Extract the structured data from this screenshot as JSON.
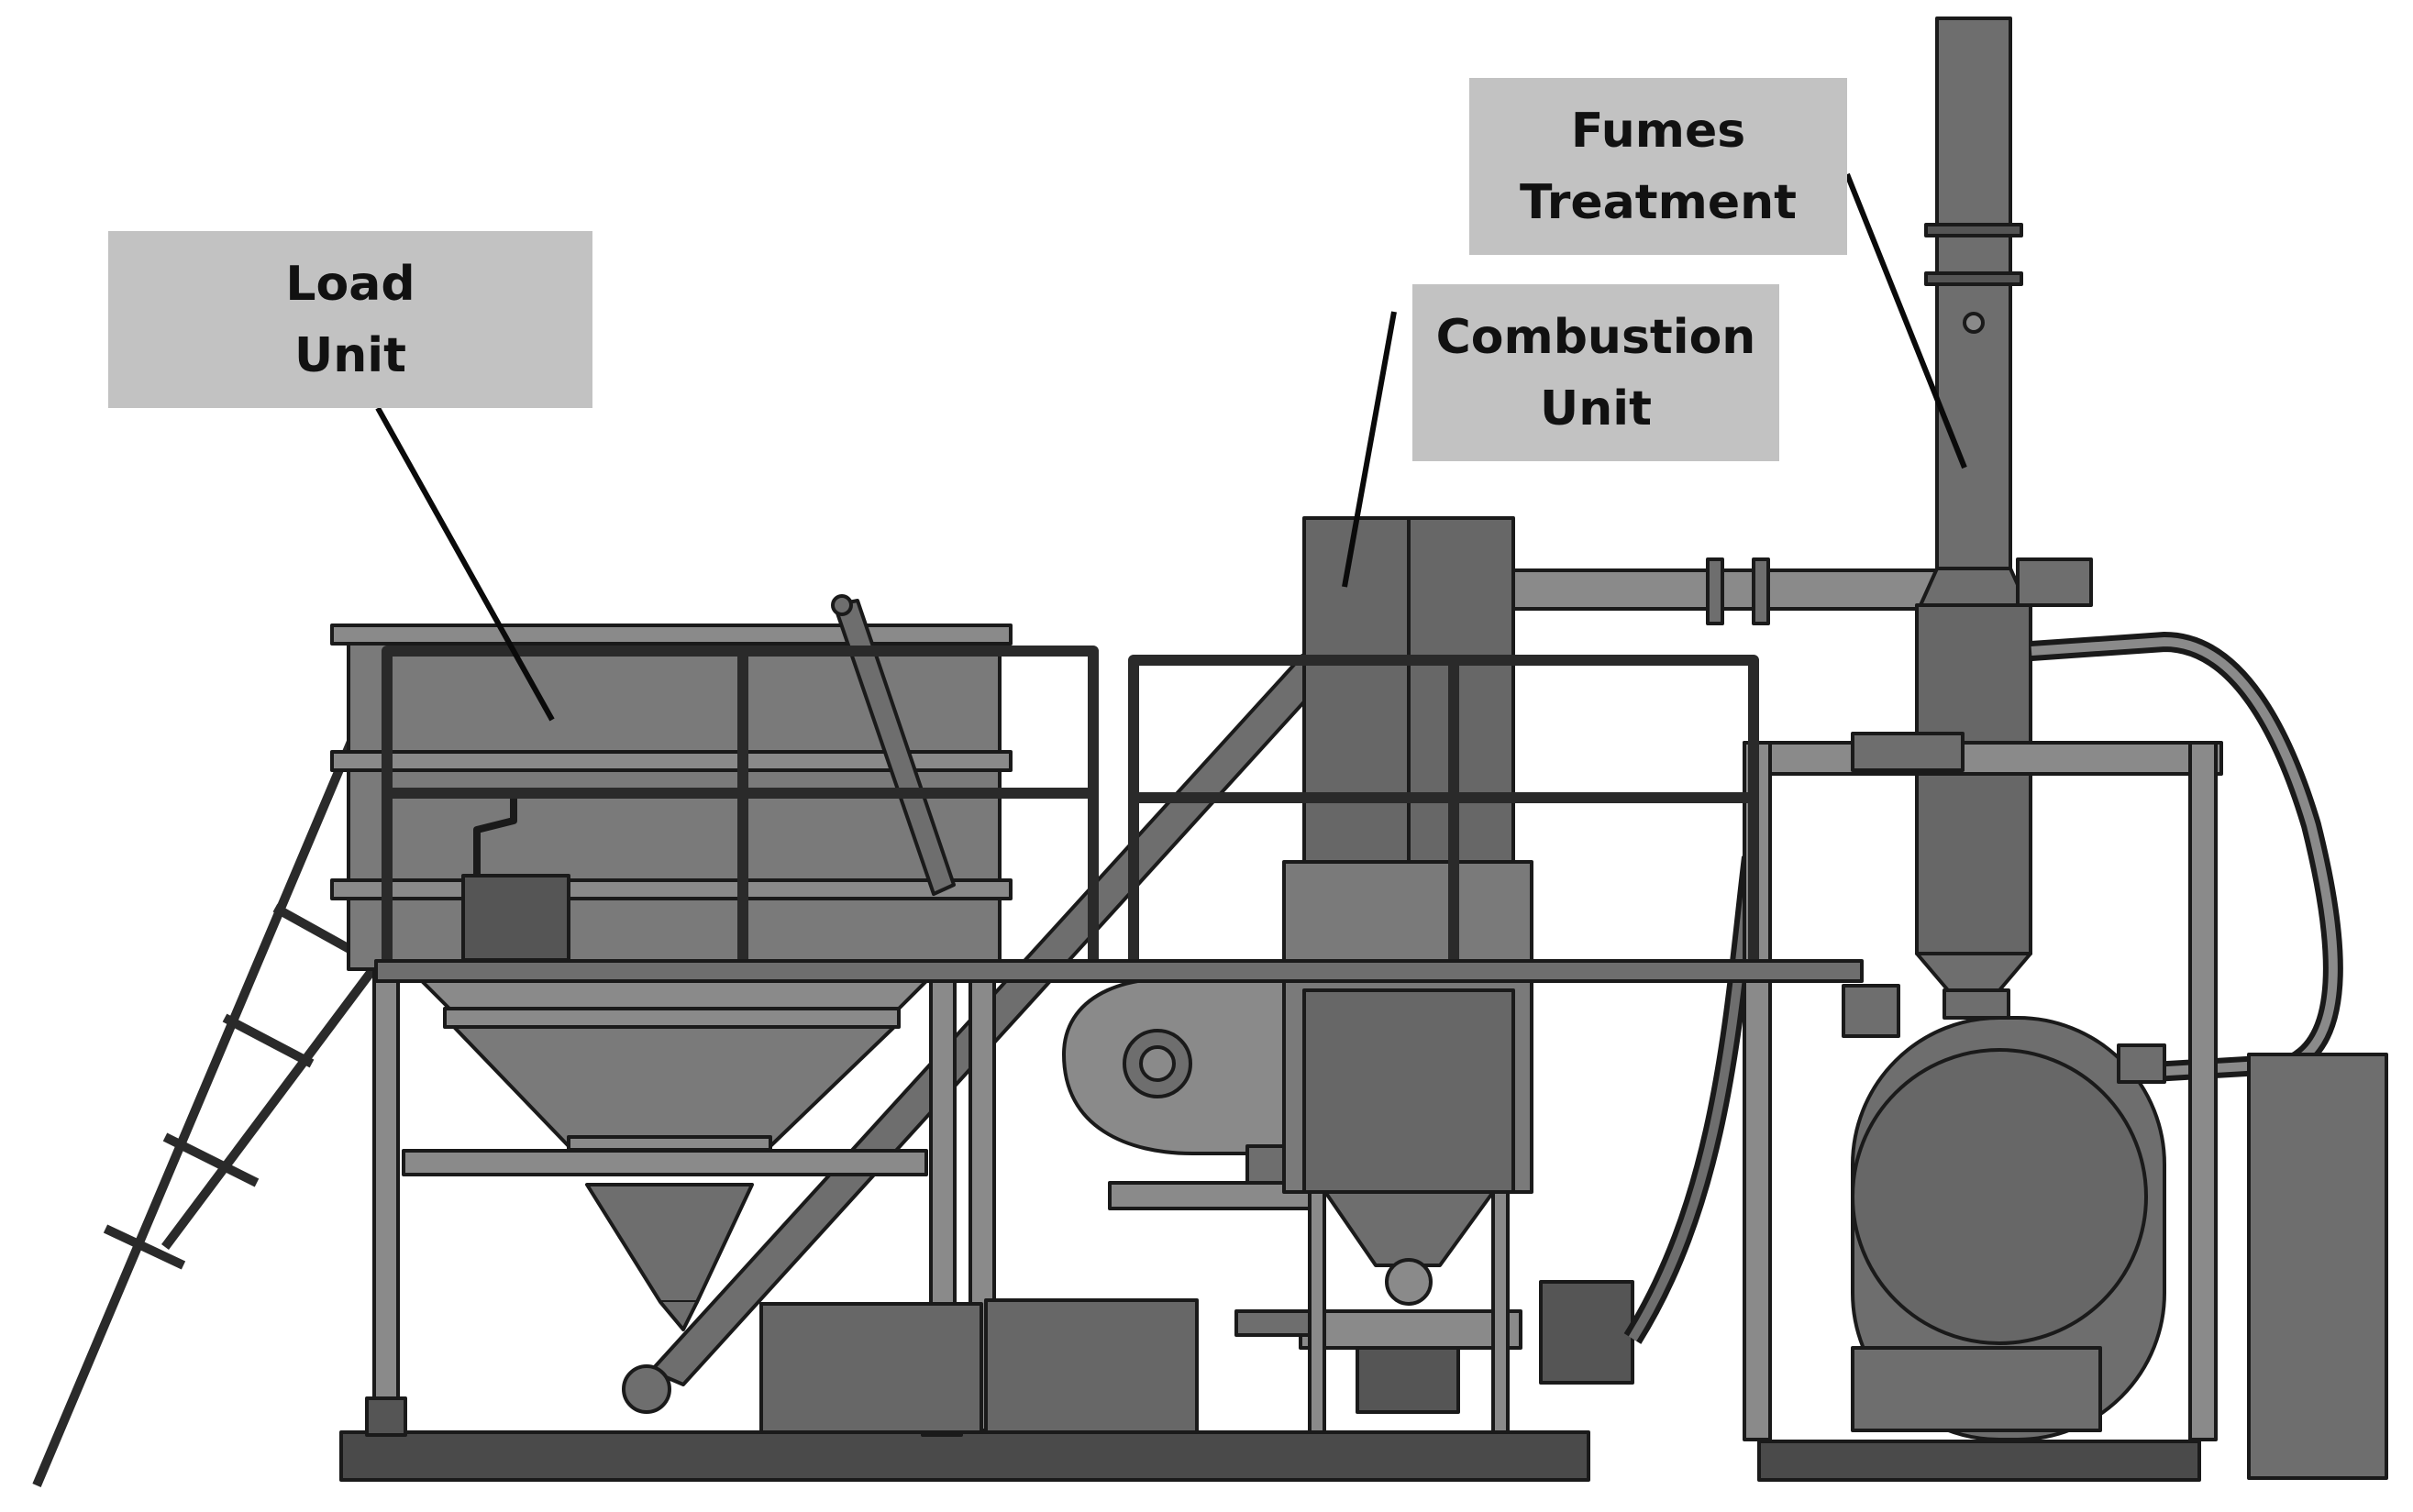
{
  "labels": {
    "load_unit": {
      "line1": "Load",
      "line2": "Unit"
    },
    "combustion_unit": {
      "line1": "Combustion",
      "line2": "Unit"
    },
    "fumes_treatment": {
      "line1": "Fumes",
      "line2": "Treatment"
    }
  },
  "colors": {
    "background": "#ffffff",
    "label_box": "#c2c2c2",
    "outline": "#1a1a1a",
    "steel_dark": "#555555",
    "steel_mid": "#6e6e6e",
    "steel_light": "#8a8a8a",
    "hopper": "#7a7a7a",
    "panel": "#676767"
  }
}
